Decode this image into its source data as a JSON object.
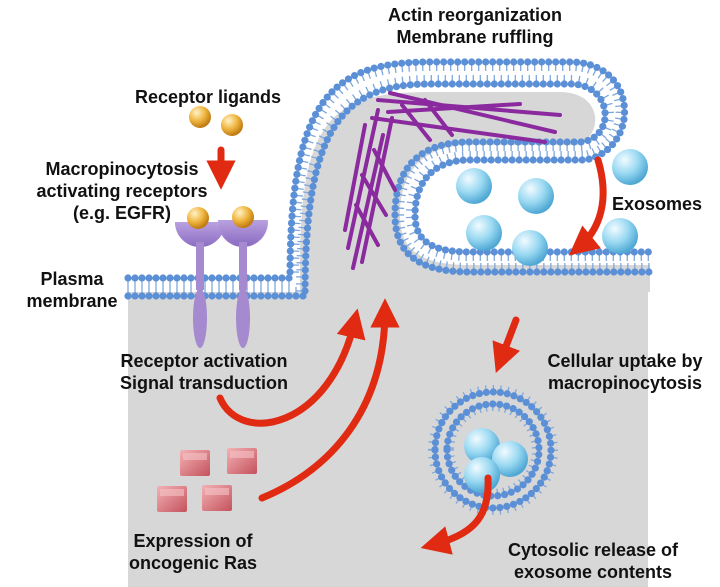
{
  "labels": {
    "receptor_ligands": "Receptor ligands",
    "activating_receptors": [
      "Macropinocytosis",
      "activating receptors",
      "(e.g. EGFR)"
    ],
    "plasma_membrane": [
      "Plasma",
      "membrane"
    ],
    "actin": [
      "Actin reorganization",
      "Membrane ruffling"
    ],
    "exosomes": "Exosomes",
    "receptor_activation": [
      "Receptor activation",
      "Signal transduction"
    ],
    "cellular_uptake": [
      "Cellular uptake by",
      "macropinocytosis"
    ],
    "expression_ras": [
      "Expression of",
      "oncogenic Ras"
    ],
    "cytosolic_release": [
      "Cytosolic release of",
      "exosome contents"
    ]
  },
  "colors": {
    "cytoplasm": "#d7d7d7",
    "lipid_head": "#5b8fd6",
    "lipid_tail": "#7fa7dc",
    "actin": "#8a2a9e",
    "arrow": "#e02a12",
    "exosome": "#8fd3ef",
    "ligand": "#e8a93a",
    "receptor": "#a58ad0",
    "ras": "#d9707a"
  }
}
